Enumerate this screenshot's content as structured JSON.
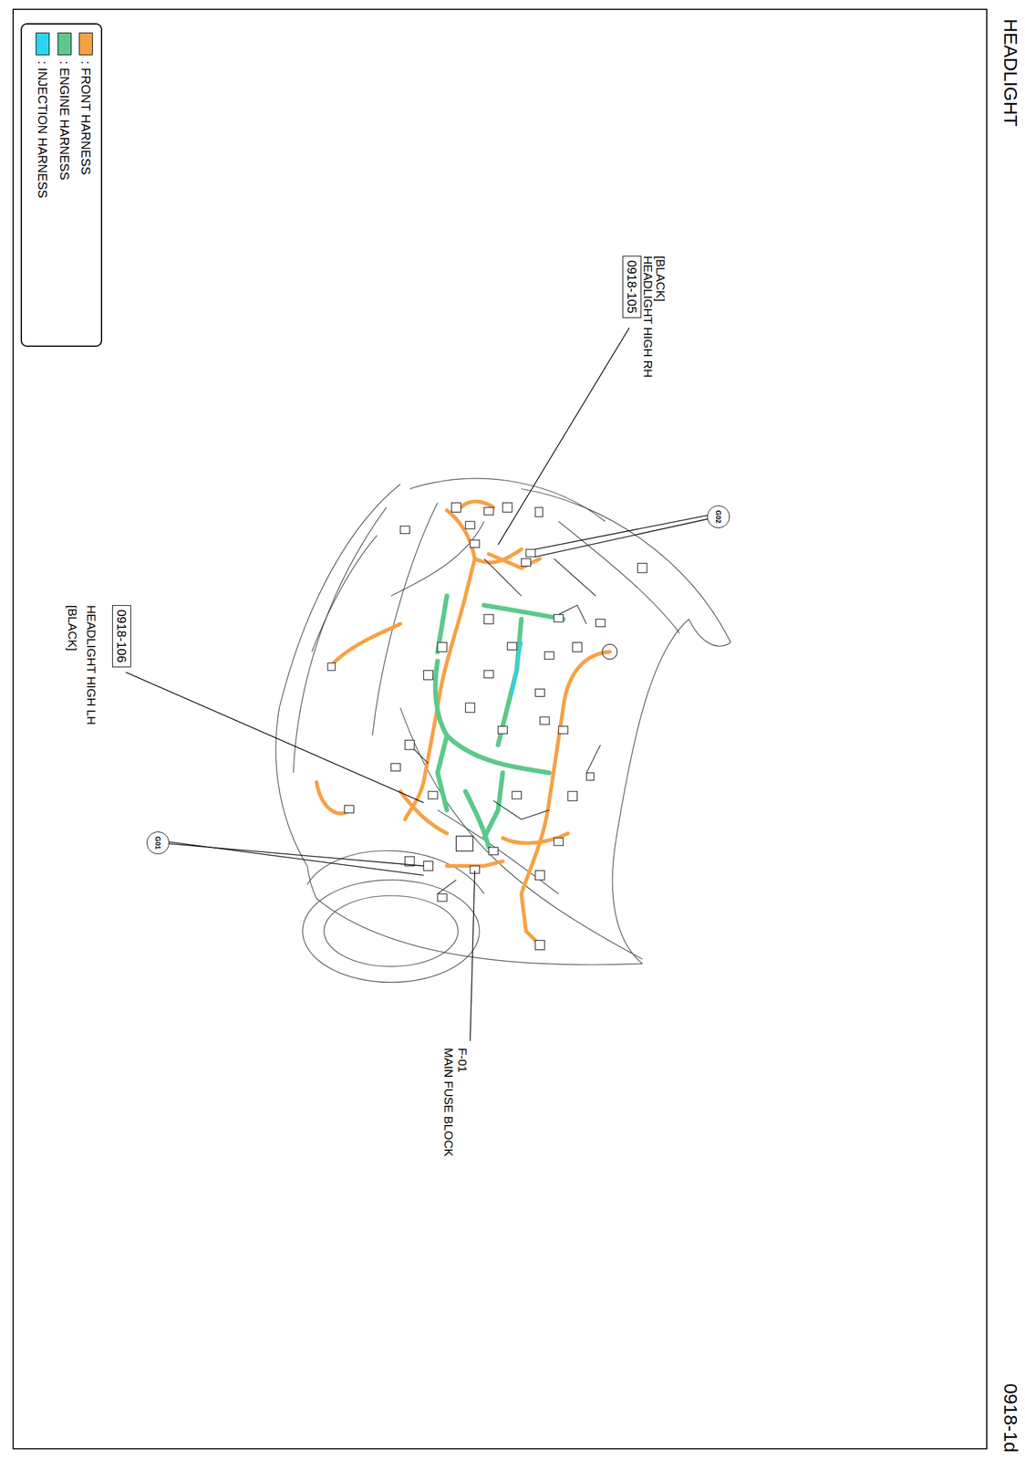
{
  "diagram": {
    "title": "HEADLIGHT",
    "nodes": [
      {
        "text": [
          "0918-105"
        ]
      },
      {
        "text": [
          "0918-106"
        ]
      },
      {
        "text": [
          "G02"
        ]
      },
      {
        "text": [
          "G01"
        ]
      }
    ],
    "labels": [
      "0918-1d",
      "[BLACK]",
      "HEADLIGHT HIGH RH",
      "HEADLIGHT HIGH LH",
      "[BLACK]",
      "F-01",
      "MAIN FUSE BLOCK"
    ],
    "legend": [
      {
        "text": ": FRONT HARNESS",
        "color": "#f7a145"
      },
      {
        "text": ": ENGINE HARNESS",
        "color": "#5cc98a"
      },
      {
        "text": ": INJECTION HARNESS",
        "color": "#2ed3f2"
      }
    ]
  }
}
